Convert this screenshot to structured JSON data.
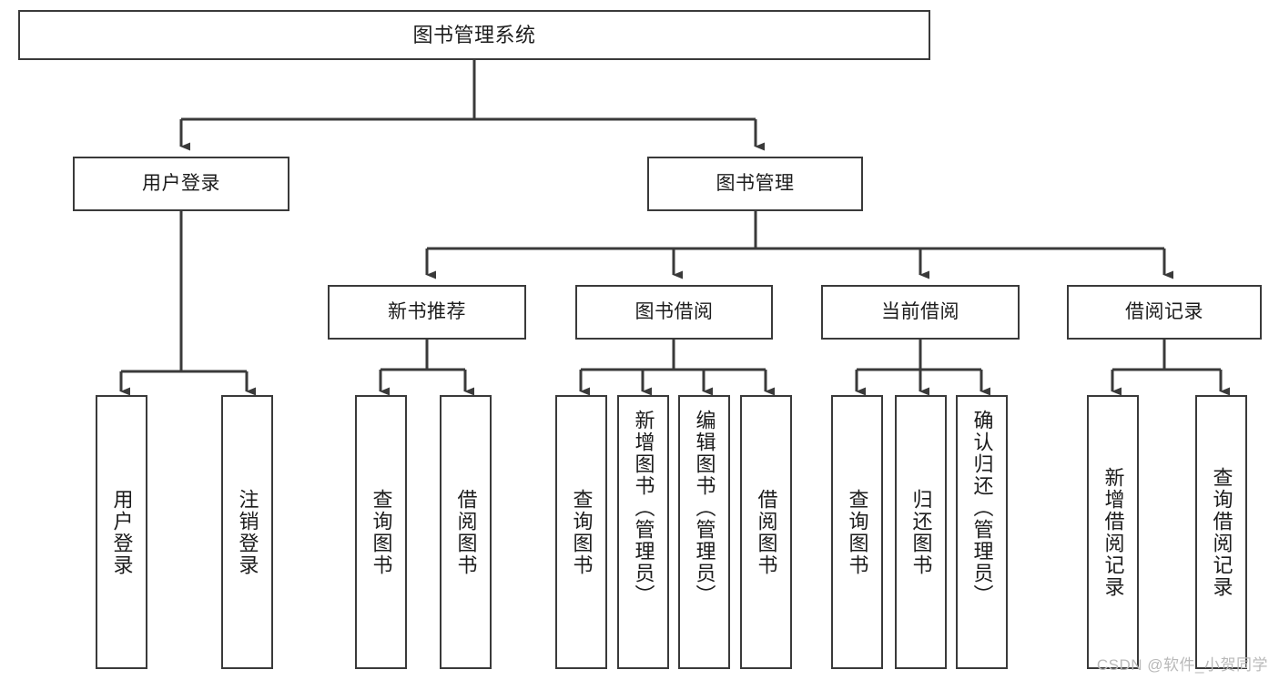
{
  "diagram": {
    "type": "tree-hierarchy",
    "title": "图书管理系统",
    "watermark": "CSDN @软件_小贺同学",
    "colors": {
      "box_border": "#3a3a3a",
      "box_fill": "#ffffff",
      "connector": "#3a3a3a",
      "text": "#1c1c1c",
      "watermark": "#b9b9b9"
    },
    "nodes": {
      "root": {
        "label": "图书管理系统",
        "level": 1
      },
      "user_login": {
        "label": "用户登录",
        "level": 2
      },
      "book_manage": {
        "label": "图书管理",
        "level": 2
      },
      "new_book_rec": {
        "label": "新书推荐",
        "level": 3
      },
      "book_borrow": {
        "label": "图书借阅",
        "level": 3
      },
      "current_borrow": {
        "label": "当前借阅",
        "level": 3
      },
      "borrow_record": {
        "label": "借阅记录",
        "level": 3
      },
      "leaf_user_login": {
        "label": "用户登录",
        "level": 4
      },
      "leaf_logout": {
        "label": "注销登录",
        "level": 4
      },
      "leaf_query_book_1": {
        "label": "查询图书",
        "level": 4
      },
      "leaf_borrow_book_1": {
        "label": "借阅图书",
        "level": 4
      },
      "leaf_query_book_2": {
        "label": "查询图书",
        "level": 4
      },
      "leaf_add_book": {
        "label": "新增图书（管理员）",
        "level": 4
      },
      "leaf_edit_book": {
        "label": "编辑图书（管理员）",
        "level": 4
      },
      "leaf_borrow_book_2": {
        "label": "借阅图书",
        "level": 4
      },
      "leaf_query_book_3": {
        "label": "查询图书",
        "level": 4
      },
      "leaf_return_book": {
        "label": "归还图书",
        "level": 4
      },
      "leaf_confirm_return": {
        "label": "确认归还（管理员）",
        "level": 4
      },
      "leaf_add_record": {
        "label": "新增借阅记录",
        "level": 4
      },
      "leaf_query_record": {
        "label": "查询借阅记录",
        "level": 4
      }
    },
    "edges": [
      {
        "from": "root",
        "to": "user_login"
      },
      {
        "from": "root",
        "to": "book_manage"
      },
      {
        "from": "user_login",
        "to": "leaf_user_login"
      },
      {
        "from": "user_login",
        "to": "leaf_logout"
      },
      {
        "from": "book_manage",
        "to": "new_book_rec"
      },
      {
        "from": "book_manage",
        "to": "book_borrow"
      },
      {
        "from": "book_manage",
        "to": "current_borrow"
      },
      {
        "from": "book_manage",
        "to": "borrow_record"
      },
      {
        "from": "new_book_rec",
        "to": "leaf_query_book_1"
      },
      {
        "from": "new_book_rec",
        "to": "leaf_borrow_book_1"
      },
      {
        "from": "book_borrow",
        "to": "leaf_query_book_2"
      },
      {
        "from": "book_borrow",
        "to": "leaf_add_book"
      },
      {
        "from": "book_borrow",
        "to": "leaf_edit_book"
      },
      {
        "from": "book_borrow",
        "to": "leaf_borrow_book_2"
      },
      {
        "from": "current_borrow",
        "to": "leaf_query_book_3"
      },
      {
        "from": "current_borrow",
        "to": "leaf_return_book"
      },
      {
        "from": "current_borrow",
        "to": "leaf_confirm_return"
      },
      {
        "from": "borrow_record",
        "to": "leaf_add_record"
      },
      {
        "from": "borrow_record",
        "to": "leaf_query_record"
      }
    ]
  }
}
